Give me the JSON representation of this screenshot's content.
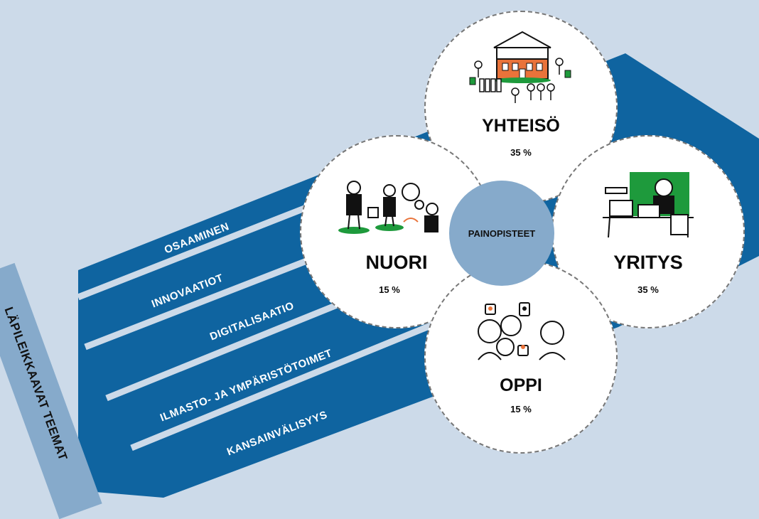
{
  "center": {
    "label": "PAINOPISTEET"
  },
  "side": {
    "label": "LÄPILEIKKAAVAT TEEMAT"
  },
  "themes": [
    "OSAAMINEN",
    "INNOVAATIOT",
    "DIGITALISAATIO",
    "ILMASTO- JA YMPÄRISTÖTOIMET",
    "KANSAINVÄLISYYS"
  ],
  "focus_areas": [
    {
      "name": "YHTEISÖ",
      "percent": "35 %",
      "icon": "community-village-illustration"
    },
    {
      "name": "NUORI",
      "percent": "15 %",
      "icon": "youth-band-illustration"
    },
    {
      "name": "YRITYS",
      "percent": "35 %",
      "icon": "entrepreneur-laptop-illustration"
    },
    {
      "name": "OPPI",
      "percent": "15 %",
      "icon": "learners-ideas-illustration"
    }
  ],
  "colors": {
    "background": "#ccdae9",
    "band_blue": "#0f64a0",
    "light_blue": "#86aacb",
    "circle_white": "#ffffff",
    "accent_green": "#1e9a3c",
    "accent_orange": "#e9733a"
  }
}
